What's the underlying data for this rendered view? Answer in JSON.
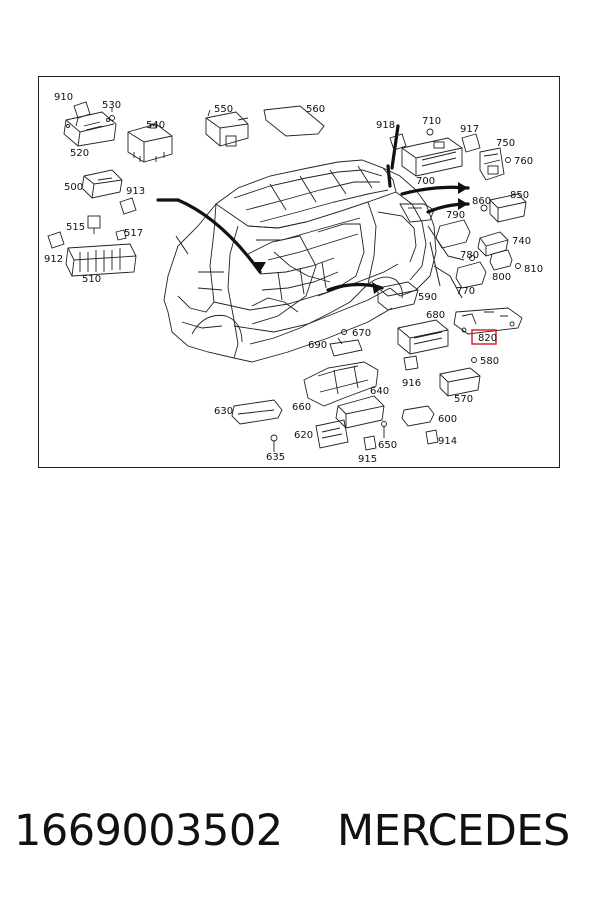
{
  "diagram": {
    "labels": [
      {
        "id": "910",
        "text": "910"
      },
      {
        "id": "530",
        "text": "530"
      },
      {
        "id": "540",
        "text": "540"
      },
      {
        "id": "550",
        "text": "550"
      },
      {
        "id": "560",
        "text": "560"
      },
      {
        "id": "520",
        "text": "520"
      },
      {
        "id": "918",
        "text": "918"
      },
      {
        "id": "710",
        "text": "710"
      },
      {
        "id": "917",
        "text": "917"
      },
      {
        "id": "750",
        "text": "750"
      },
      {
        "id": "760",
        "text": "760"
      },
      {
        "id": "700",
        "text": "700"
      },
      {
        "id": "500",
        "text": "500"
      },
      {
        "id": "913",
        "text": "913"
      },
      {
        "id": "850",
        "text": "850"
      },
      {
        "id": "860",
        "text": "860"
      },
      {
        "id": "790",
        "text": "790"
      },
      {
        "id": "515",
        "text": "515"
      },
      {
        "id": "517",
        "text": "517"
      },
      {
        "id": "740",
        "text": "740"
      },
      {
        "id": "912",
        "text": "912"
      },
      {
        "id": "780",
        "text": "780"
      },
      {
        "id": "810",
        "text": "810"
      },
      {
        "id": "800",
        "text": "800"
      },
      {
        "id": "510",
        "text": "510"
      },
      {
        "id": "590",
        "text": "590"
      },
      {
        "id": "770",
        "text": "770"
      },
      {
        "id": "680",
        "text": "680"
      },
      {
        "id": "670",
        "text": "670"
      },
      {
        "id": "820",
        "text": "820",
        "highlight": true
      },
      {
        "id": "690",
        "text": "690"
      },
      {
        "id": "580",
        "text": "580"
      },
      {
        "id": "916",
        "text": "916"
      },
      {
        "id": "640",
        "text": "640"
      },
      {
        "id": "570",
        "text": "570"
      },
      {
        "id": "630",
        "text": "630"
      },
      {
        "id": "660",
        "text": "660"
      },
      {
        "id": "600",
        "text": "600"
      },
      {
        "id": "620",
        "text": "620"
      },
      {
        "id": "650",
        "text": "650"
      },
      {
        "id": "914",
        "text": "914"
      },
      {
        "id": "635",
        "text": "635"
      },
      {
        "id": "915",
        "text": "915"
      }
    ],
    "highlight_color": "#d9262e"
  },
  "footer": {
    "part_number": "1669003502",
    "brand": "MERCEDES"
  }
}
